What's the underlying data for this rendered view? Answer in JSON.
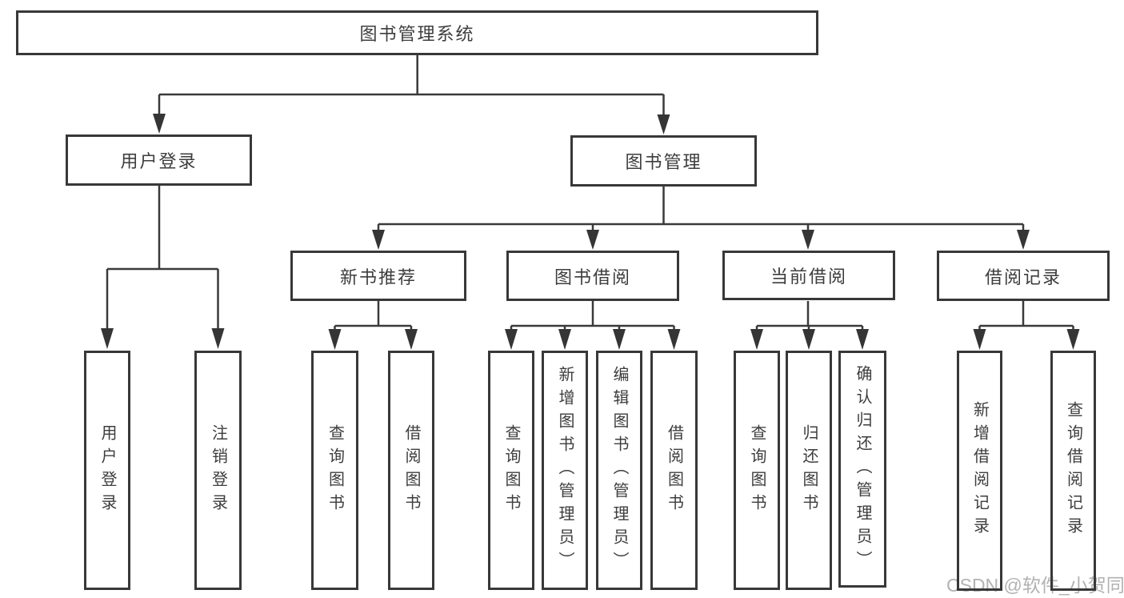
{
  "diagram": {
    "root": {
      "label": "图书管理系统"
    },
    "branches": [
      {
        "label": "用户登录",
        "children": [
          {
            "label": "用户登录"
          },
          {
            "label": "注销登录"
          }
        ]
      },
      {
        "label": "图书管理",
        "children": [
          {
            "label": "新书推荐",
            "children": [
              {
                "label": "查询图书"
              },
              {
                "label": "借阅图书"
              }
            ]
          },
          {
            "label": "图书借阅",
            "children": [
              {
                "label": "查询图书"
              },
              {
                "label": "新增图书（管理员）"
              },
              {
                "label": "编辑图书（管理员）"
              },
              {
                "label": "借阅图书"
              }
            ]
          },
          {
            "label": "当前借阅",
            "children": [
              {
                "label": "查询图书"
              },
              {
                "label": "归还图书"
              },
              {
                "label": "确认归还（管理员）"
              }
            ]
          },
          {
            "label": "借阅记录",
            "children": [
              {
                "label": "新增借阅记录"
              },
              {
                "label": "查询借阅记录"
              }
            ]
          }
        ]
      }
    ],
    "watermark": "CSDN @软件_小贺同学",
    "colors": {
      "line": "#3a3a3a",
      "box_border": "#383838",
      "text": "#3d3d3d",
      "watermark": "#b2b2b2",
      "background": "#ffffff"
    }
  }
}
